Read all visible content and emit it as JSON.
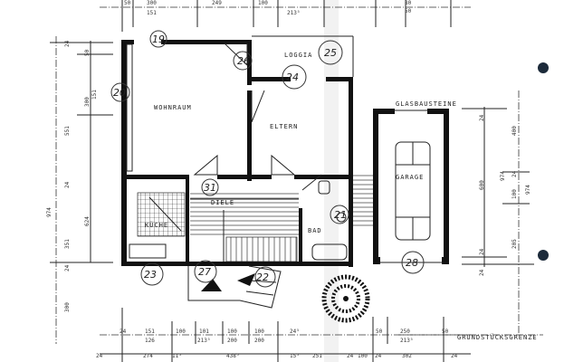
{
  "rooms": {
    "wohnraum": "WOHNRAUM",
    "eltern": "ELTERN",
    "loggia": "LOGGIA",
    "diele": "DIELE",
    "kueche": "KÜCHE",
    "bad": "BAD",
    "garage": "GARAGE",
    "glasbausteine": "GLASBAUSTEINE",
    "grenze": "GRUNDSTÜCKSGRENZE"
  },
  "room_numbers": [
    "19",
    "20",
    "21",
    "22",
    "23",
    "24",
    "25",
    "26",
    "27",
    "28",
    "31"
  ],
  "dims_top": [
    "50",
    "300",
    "151",
    "249",
    "100",
    "213⁵",
    "80",
    "50"
  ],
  "dims_bottom_1": [
    "24",
    "151",
    "126",
    "100",
    "101",
    "213⁵",
    "100",
    "200",
    "100",
    "200",
    "24⁵",
    "50",
    "250",
    "213⁵",
    "50"
  ],
  "dims_bottom_2": [
    "24",
    "274",
    "11⁵",
    "438⁵",
    "15⁵",
    "251",
    "24",
    "100",
    "24",
    "302",
    "24"
  ],
  "dims_left": [
    "24",
    "50",
    "300",
    "151",
    "551",
    "974",
    "24",
    "624",
    "351",
    "24",
    "300"
  ],
  "dims_right": [
    "24",
    "400",
    "600",
    "974",
    "24",
    "100",
    "974",
    "205",
    "24",
    "24"
  ],
  "colors": {
    "ink": "#111111",
    "paper": "#ffffff",
    "punch_hole": "#1c2a3a"
  }
}
